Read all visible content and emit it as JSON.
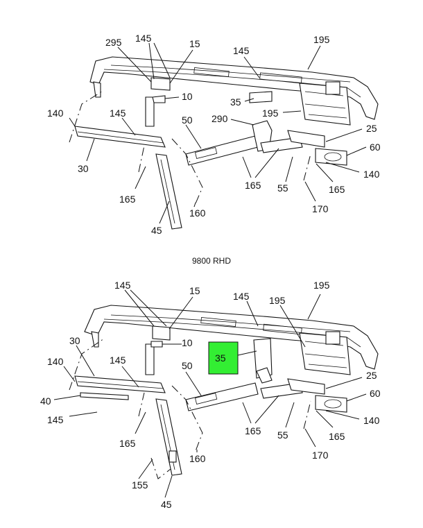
{
  "caption": "9800 RHD",
  "highlight_color": "#33ee33",
  "top_labels": [
    "295",
    "145",
    "15",
    "145",
    "195",
    "10",
    "140",
    "145",
    "35",
    "290",
    "195",
    "50",
    "25",
    "60",
    "30",
    "165",
    "55",
    "165",
    "140",
    "165",
    "170",
    "160",
    "45"
  ],
  "bottom_labels": [
    "145",
    "15",
    "145",
    "195",
    "195",
    "10",
    "30",
    "35",
    "140",
    "145",
    "50",
    "25",
    "40",
    "60",
    "145",
    "165",
    "165",
    "55",
    "140",
    "165",
    "170",
    "160",
    "155",
    "45"
  ]
}
